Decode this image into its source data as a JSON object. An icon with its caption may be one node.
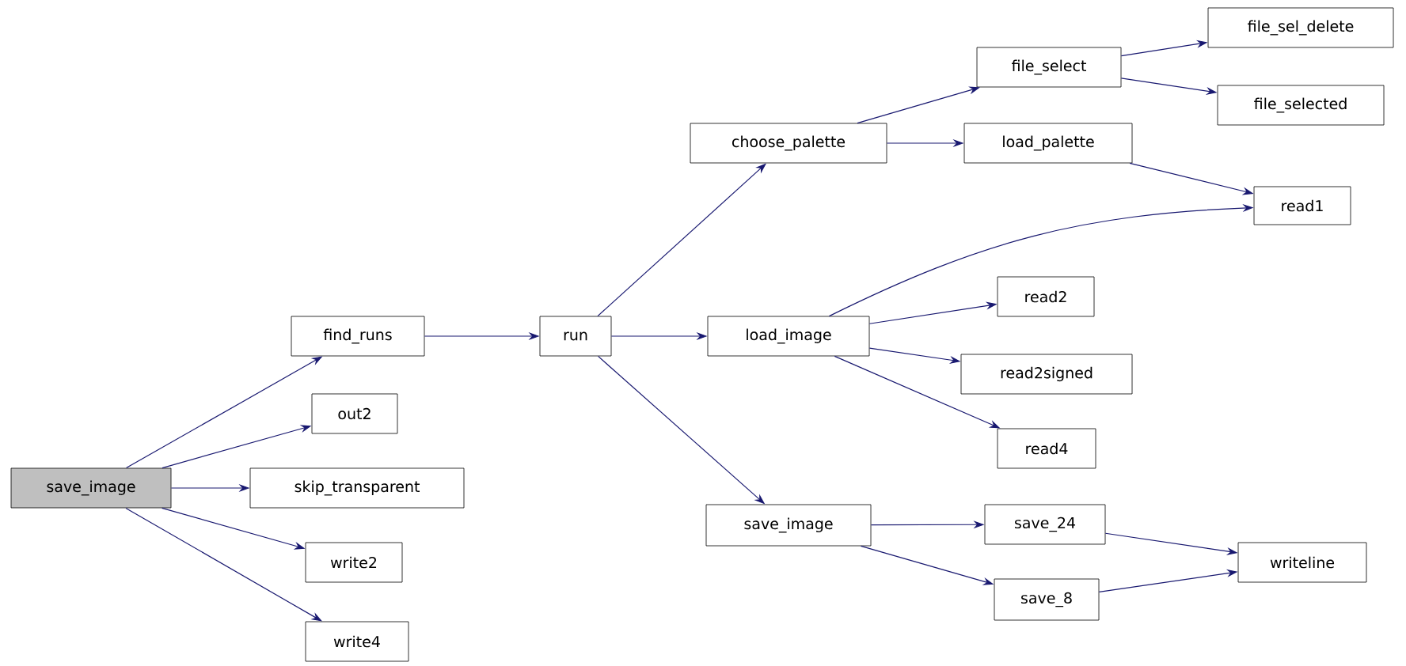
{
  "diagram": {
    "nodes": [
      {
        "text": [
          "save_image"
        ]
      },
      {
        "text": [
          "find_runs"
        ]
      },
      {
        "text": [
          "out2"
        ]
      },
      {
        "text": [
          "skip_transparent"
        ]
      },
      {
        "text": [
          "write2"
        ]
      },
      {
        "text": [
          "write4"
        ]
      },
      {
        "text": [
          "run"
        ]
      },
      {
        "text": [
          "choose_palette"
        ]
      },
      {
        "text": [
          "load_image"
        ]
      },
      {
        "text": [
          "save_image"
        ]
      },
      {
        "text": [
          "file_select"
        ]
      },
      {
        "text": [
          "load_palette"
        ]
      },
      {
        "text": [
          "read1"
        ]
      },
      {
        "text": [
          "read2"
        ]
      },
      {
        "text": [
          "read2signed"
        ]
      },
      {
        "text": [
          "read4"
        ]
      },
      {
        "text": [
          "save_24"
        ]
      },
      {
        "text": [
          "save_8"
        ]
      },
      {
        "text": [
          "file_sel_delete"
        ]
      },
      {
        "text": [
          "file_selected"
        ]
      },
      {
        "text": [
          "writeline"
        ]
      }
    ],
    "edges": [
      {
        "from": 0,
        "to": 1,
        "arrow": "to"
      },
      {
        "from": 0,
        "to": 2,
        "arrow": "to"
      },
      {
        "from": 0,
        "to": 3,
        "arrow": "to"
      },
      {
        "from": 0,
        "to": 4,
        "arrow": "to"
      },
      {
        "from": 0,
        "to": 5,
        "arrow": "to"
      },
      {
        "from": 1,
        "to": 6,
        "arrow": "to"
      },
      {
        "from": 6,
        "to": 7,
        "arrow": "to"
      },
      {
        "from": 6,
        "to": 8,
        "arrow": "to"
      },
      {
        "from": 6,
        "to": 9,
        "arrow": "to"
      },
      {
        "from": 7,
        "to": 10,
        "arrow": "to"
      },
      {
        "from": 7,
        "to": 11,
        "arrow": "to"
      },
      {
        "from": 10,
        "to": 18,
        "arrow": "to"
      },
      {
        "from": 10,
        "to": 19,
        "arrow": "to"
      },
      {
        "from": 11,
        "to": 12,
        "arrow": "to"
      },
      {
        "from": 8,
        "to": 12,
        "arrow": "to"
      },
      {
        "from": 8,
        "to": 13,
        "arrow": "to"
      },
      {
        "from": 8,
        "to": 14,
        "arrow": "to"
      },
      {
        "from": 8,
        "to": 15,
        "arrow": "to"
      },
      {
        "from": 9,
        "to": 16,
        "arrow": "to"
      },
      {
        "from": 9,
        "to": 17,
        "arrow": "to"
      },
      {
        "from": 16,
        "to": 20,
        "arrow": "to"
      },
      {
        "from": 17,
        "to": 20,
        "arrow": "to"
      }
    ]
  }
}
